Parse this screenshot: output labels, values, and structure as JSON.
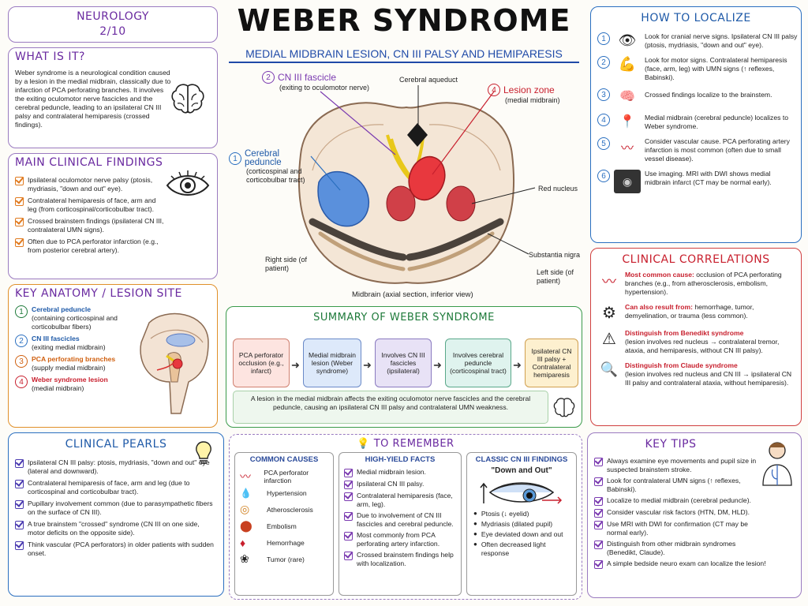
{
  "header": {
    "title": "WEBER SYNDROME",
    "subtitle": "MEDIAL MIDBRAIN LESION, CN III PALSY AND HEMIPARESIS",
    "tag": "NEUROLOGY",
    "tag_count": "2/10"
  },
  "what_is_it": {
    "title": "WHAT IS IT?",
    "text": "Weber syndrome is a neurological condition caused by a lesion in the medial midbrain, classically due to infarction of PCA perforating branches. It involves the exiting oculomotor nerve fascicles and the cerebral peduncle, leading to an ipsilateral CN III palsy and contralateral hemiparesis (crossed findings)."
  },
  "main_findings": {
    "title": "MAIN CLINICAL FINDINGS",
    "items": [
      "Ipsilateral oculomotor nerve palsy (ptosis, mydriasis, \"down and out\" eye).",
      "Contralateral hemiparesis of face, arm and leg (from corticospinal/corticobulbar tract).",
      "Crossed brainstem findings (ipsilateral CN III, contralateral UMN signs).",
      "Often due to PCA perforator infarction (e.g., from posterior cerebral artery)."
    ]
  },
  "anatomy": {
    "title": "KEY ANATOMY / LESION SITE",
    "items": [
      {
        "n": "1",
        "name": "Cerebral peduncle",
        "desc": "(containing corticospinal and corticobulbar fibers)"
      },
      {
        "n": "2",
        "name": "CN III fascicles",
        "desc": "(exiting medial midbrain)"
      },
      {
        "n": "3",
        "name": "PCA perforating branches",
        "desc": "(supply medial midbrain)"
      },
      {
        "n": "4",
        "name": "Weber syndrome lesion",
        "desc": "(medial midbrain)"
      }
    ]
  },
  "pearls": {
    "title": "CLINICAL PEARLS",
    "items": [
      "Ipsilateral CN III palsy: ptosis, mydriasis, \"down and out\" eye (lateral and downward).",
      "Contralateral hemiparesis of face, arm and leg (due to corticospinal and corticobulbar tract).",
      "Pupillary involvement common (due to parasympathetic fibers on the surface of CN III).",
      "A true brainstem \"crossed\" syndrome (CN III on one side, motor deficits on the opposite side).",
      "Think vascular (PCA perforators) in older patients with sudden onset."
    ]
  },
  "diagram": {
    "l2": "CN III fascicle",
    "l2s": "(exiting to oculomotor nerve)",
    "aqueduct": "Cerebral aqueduct",
    "l4": "Lesion zone",
    "l4s": "(medial midbrain)",
    "l1": "Cerebral peduncle",
    "l1s": "(corticospinal and corticobulbar tract)",
    "red_nucleus": "Red nucleus",
    "substantia": "Substantia nigra",
    "right": "Right side (of patient)",
    "left": "Left side (of patient)",
    "caption": "Midbrain (axial section, inferior view)"
  },
  "summary": {
    "title": "SUMMARY OF WEBER SYNDROME",
    "flow": [
      "PCA perforator occlusion (e.g., infarct)",
      "Medial midbrain lesion (Weber syndrome)",
      "Involves CN III fascicles (ipsilateral)",
      "Involves cerebral peduncle (corticospinal tract)",
      "Ipsilateral CN III palsy + Contralateral hemiparesis"
    ],
    "text": "A lesion in the medial midbrain affects the exiting oculomotor nerve fascicles and the cerebral peduncle, causing an ipsilateral CN III palsy and contralateral UMN weakness."
  },
  "remember": {
    "title": "TO REMEMBER",
    "causes_title": "COMMON CAUSES",
    "causes": [
      "PCA perforator infarction",
      "Hypertension",
      "Atherosclerosis",
      "Embolism",
      "Hemorrhage",
      "Tumor (rare)"
    ],
    "facts_title": "HIGH-YIELD FACTS",
    "facts": [
      "Medial midbrain lesion.",
      "Ipsilateral CN III palsy.",
      "Contralateral hemiparesis (face, arm, leg).",
      "Due to involvement of CN III fascicles and cerebral peduncle.",
      "Most commonly from PCA perforating artery infarction.",
      "Crossed brainstem findings help with localization."
    ],
    "classic_title": "CLASSIC CN III FINDINGS",
    "classic_sub": "\"Down and Out\"",
    "classic": [
      "Ptosis (↓ eyelid)",
      "Mydriasis (dilated pupil)",
      "Eye deviated down and out",
      "Often decreased light response"
    ]
  },
  "localize": {
    "title": "HOW TO LOCALIZE",
    "items": [
      "Look for cranial nerve signs. Ipsilateral CN III palsy (ptosis, mydriasis, \"down and out\" eye).",
      "Look for motor signs. Contralateral hemiparesis (face, arm, leg) with UMN signs (↑ reflexes, Babinski).",
      "Crossed findings localize to the brainstem.",
      "Medial midbrain (cerebral peduncle) localizes to Weber syndrome.",
      "Consider vascular cause. PCA perforating artery infarction is most common (often due to small vessel disease).",
      "Use imaging. MRI with DWI shows medial midbrain infarct (CT may be normal early)."
    ]
  },
  "correlations": {
    "title": "CLINICAL CORRELATIONS",
    "items": [
      {
        "head": "Most common cause:",
        "text": "occlusion of PCA perforating branches (e.g., from atherosclerosis, embolism, hypertension)."
      },
      {
        "head": "Can also result from:",
        "text": "hemorrhage, tumor, demyelination, or trauma (less common)."
      },
      {
        "head": "Distinguish from Benedikt syndrome",
        "text": "(lesion involves red nucleus → contralateral tremor, ataxia, and hemiparesis, without CN III palsy)."
      },
      {
        "head": "Distinguish from Claude syndrome",
        "text": "(lesion involves red nucleus and CN III → ipsilateral CN III palsy and contralateral ataxia, without hemiparesis)."
      }
    ]
  },
  "tips": {
    "title": "KEY TIPS",
    "items": [
      "Always examine eye movements and pupil size in suspected brainstem stroke.",
      "Look for contralateral UMN signs (↑ reflexes, Babinski).",
      "Localize to medial midbrain (cerebral peduncle).",
      "Consider vascular risk factors (HTN, DM, HLD).",
      "Use MRI with DWI for confirmation (CT may be normal early).",
      "Distinguish from other midbrain syndromes (Benedikt, Claude).",
      "A simple bedside neuro exam can localize the lesion!"
    ]
  }
}
